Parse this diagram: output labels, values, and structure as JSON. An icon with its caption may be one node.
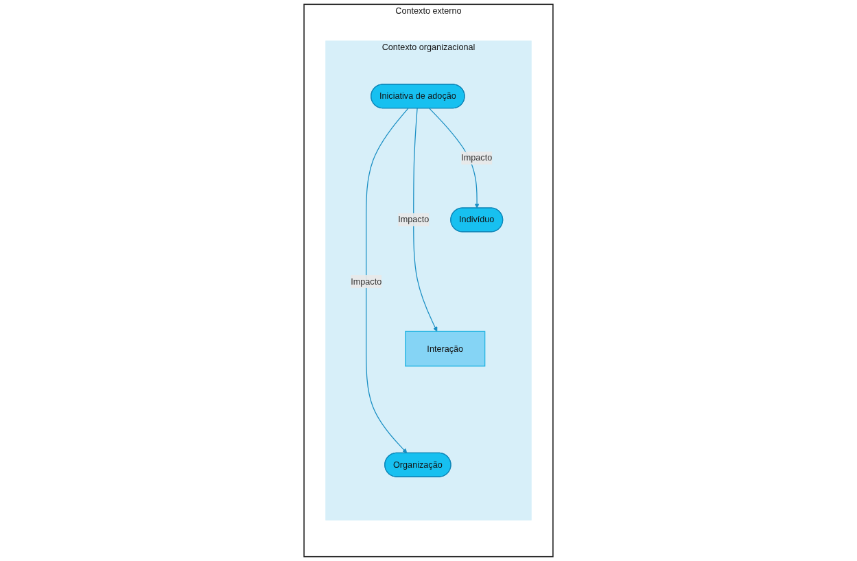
{
  "diagram": {
    "nodes": [
      {
        "text": [
          "Contexto externo"
        ]
      },
      {
        "text": [
          "Contexto organizacional"
        ],
        "in": 0
      },
      {
        "text": [
          "Iniciativa de adoção"
        ],
        "in": 1
      },
      {
        "text": [
          "Indivíduo"
        ],
        "in": 1
      },
      {
        "text": [
          "Interação"
        ],
        "in": 1
      },
      {
        "text": [
          "Organização"
        ],
        "in": 1
      }
    ],
    "edges": [
      {
        "from": 2,
        "to": 3,
        "arrow": "to",
        "label": "Impacto"
      },
      {
        "from": 2,
        "to": 4,
        "arrow": "to",
        "label": "Impacto"
      },
      {
        "from": 2,
        "to": 5,
        "arrow": "to",
        "label": "Impacto"
      }
    ]
  }
}
